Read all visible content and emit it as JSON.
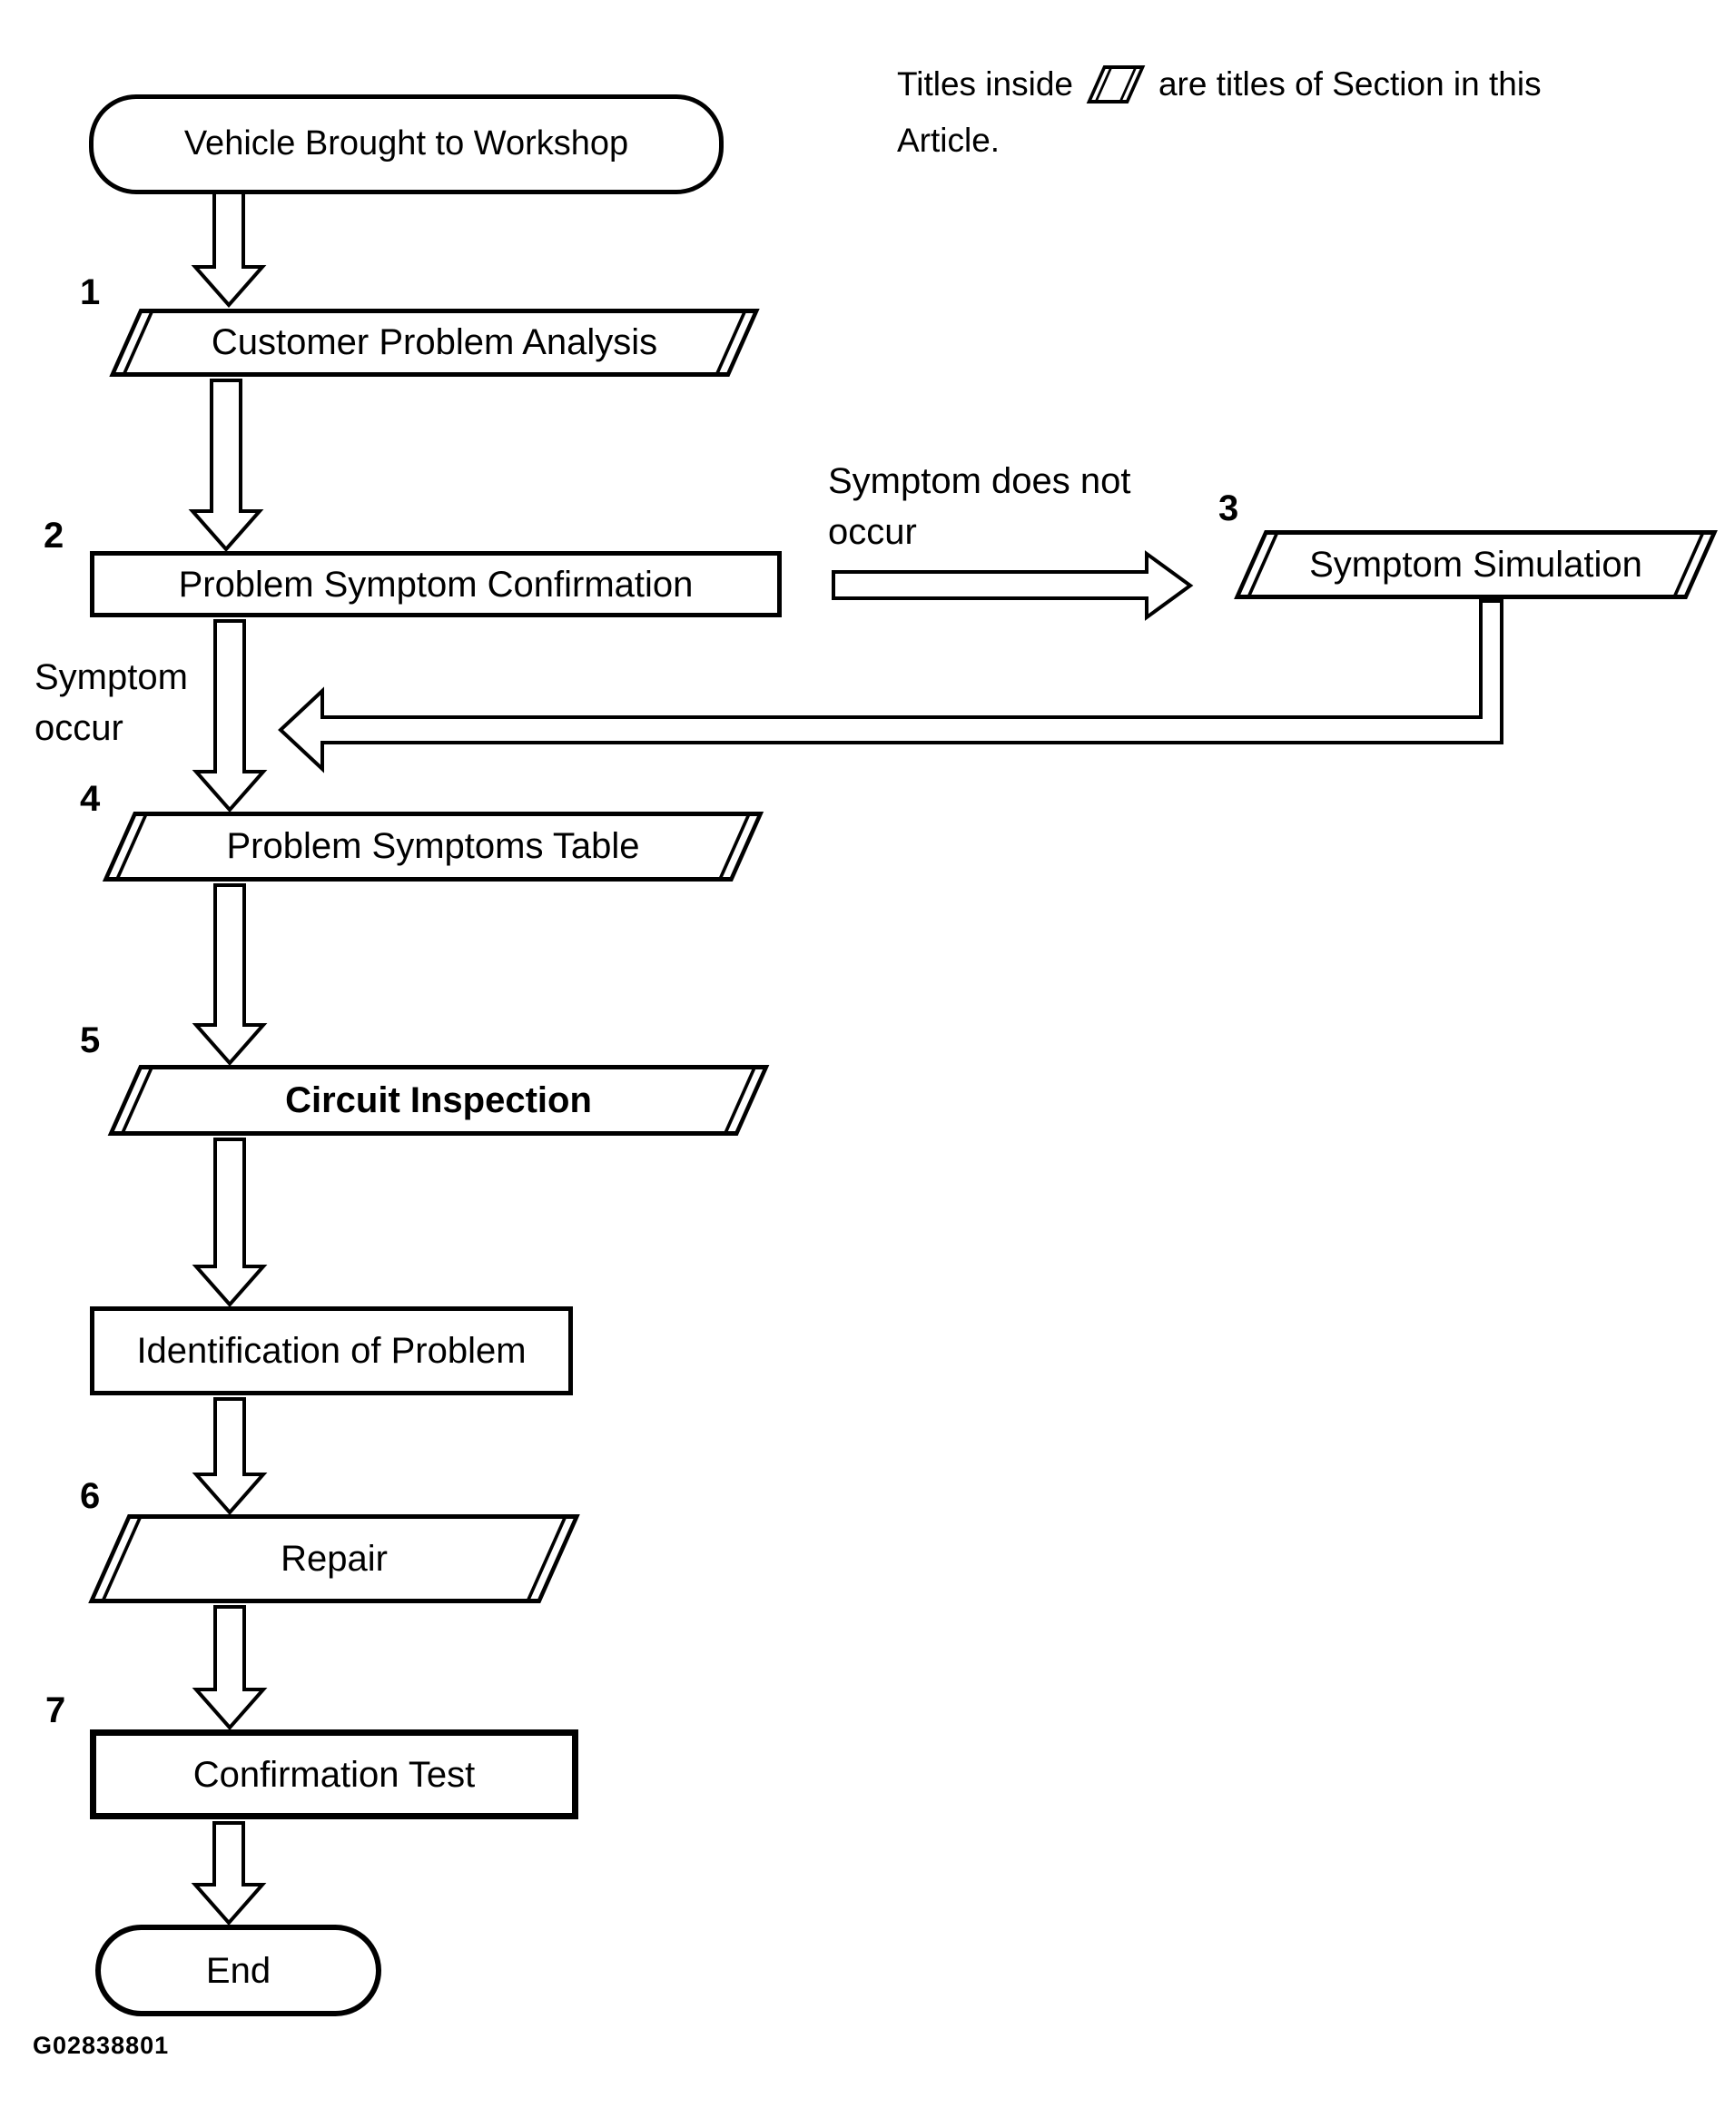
{
  "figure_code": "G02838801",
  "legend": {
    "prefix": "Titles inside",
    "suffix": "are titles of Section in this",
    "line2": "Article.",
    "icon": "parallelogram-icon"
  },
  "edge_labels": {
    "symptom_does_not_occur": "Symptom does not\noccur",
    "symptom_occur": "Symptom\noccur"
  },
  "nodes": {
    "start": {
      "label": "Vehicle Brought to Workshop",
      "shape": "stadium"
    },
    "customer_problem_analysis": {
      "number": "1",
      "label": "Customer Problem Analysis",
      "shape": "parallelogram"
    },
    "problem_symptom_confirmation": {
      "number": "2",
      "label": "Problem Symptom Confirmation",
      "shape": "rectangle"
    },
    "symptom_simulation": {
      "number": "3",
      "label": "Symptom Simulation",
      "shape": "parallelogram"
    },
    "problem_symptoms_table": {
      "number": "4",
      "label": "Problem Symptoms Table",
      "shape": "parallelogram"
    },
    "circuit_inspection": {
      "number": "5",
      "label": "Circuit Inspection",
      "shape": "parallelogram"
    },
    "identification_of_problem": {
      "label": "Identification of Problem",
      "shape": "rectangle"
    },
    "repair": {
      "number": "6",
      "label": "Repair",
      "shape": "parallelogram"
    },
    "confirmation_test": {
      "number": "7",
      "label": "Confirmation Test",
      "shape": "rectangle"
    },
    "end": {
      "label": "End",
      "shape": "stadium"
    }
  },
  "colors": {
    "stroke": "#000000",
    "background": "#ffffff"
  }
}
